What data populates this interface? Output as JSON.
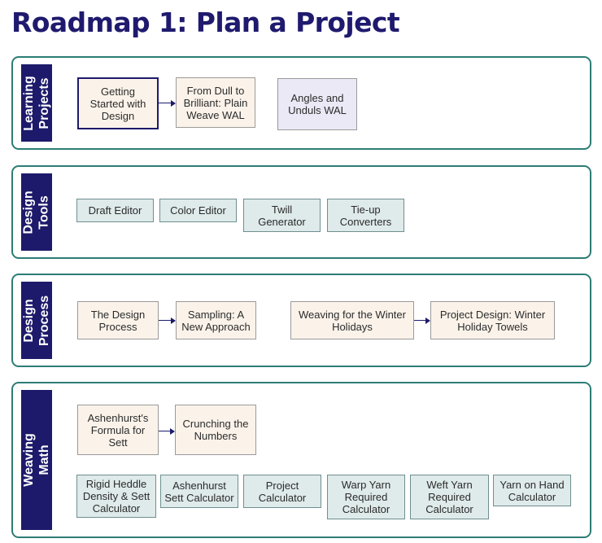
{
  "page": {
    "title": "Roadmap 1: Plan a Project"
  },
  "sections": {
    "learning": {
      "label": "Learning\nProjects",
      "cards": [
        "Getting\nStarted with\nDesign",
        "From Dull to\nBrilliant: Plain\nWeave WAL",
        "Angles and\nUnduls WAL"
      ]
    },
    "tools": {
      "label": "Design\nTools",
      "cards": [
        "Draft Editor",
        "Color Editor",
        "Twill\nGenerator",
        "Tie-up\nConverters"
      ]
    },
    "process": {
      "label": "Design\nProcess",
      "cards": [
        "The Design\nProcess",
        "Sampling: A\nNew Approach",
        "Weaving for the Winter\nHolidays",
        "Project Design: Winter\nHoliday Towels"
      ]
    },
    "math": {
      "label": "Weaving\nMath",
      "cards": [
        "Ashenhurst's\nFormula for\nSett",
        "Crunching the\nNumbers",
        "Rigid Heddle\nDensity & Sett\nCalculator",
        "Ashenhurst\nSett Calculator",
        "Project\nCalculator",
        "Warp Yarn\nRequired\nCalculator",
        "Weft Yarn\nRequired\nCalculator",
        "Yarn on Hand\nCalculator"
      ]
    }
  },
  "colors": {
    "title": "#1f1a6e",
    "section_border": "#2d7d76",
    "label_bg": "#1d1a6b",
    "project_card_bg": "#fbf3ea",
    "selected_card_bg": "#ebe9f5",
    "tool_card_bg": "#dfeaea"
  }
}
